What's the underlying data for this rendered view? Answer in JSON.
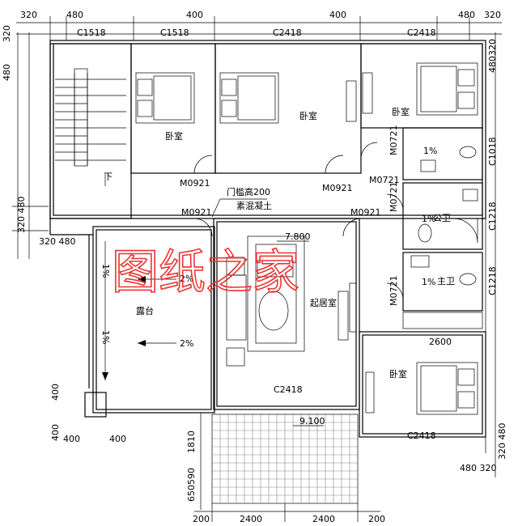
{
  "dimensions": {
    "top": [
      "320",
      "480",
      "400",
      "400",
      "480",
      "320"
    ],
    "top_right": "480320",
    "left": [
      "320",
      "480",
      "480",
      "320 480",
      "320 480"
    ],
    "right": [
      "C1018",
      "C1218",
      "C1218",
      "320 480",
      "480 320"
    ],
    "bottom": [
      "200",
      "2400",
      "2400",
      "200"
    ],
    "lower_left": [
      "400",
      "400",
      "400",
      "400",
      "1810",
      "650590"
    ],
    "mid": "2600"
  },
  "windows": {
    "top": [
      "C1518",
      "C1518",
      "C2418",
      "C2418"
    ],
    "living_south": "C2418",
    "bedroom_se": "C2418"
  },
  "doors": {
    "bed1": "M0921",
    "bed2": "M0921",
    "bath_top": "M0721",
    "bath_mid": "M0721",
    "bath_low": "M0721",
    "living_left": "M0921",
    "living_right": "M0921"
  },
  "rooms": {
    "bed1": "卧室",
    "bed2": "卧室",
    "bed3": "卧室",
    "bed4": "卧室",
    "living": "起居室",
    "terrace": "露台",
    "public_bath": "公卫",
    "master_bath": "主卫"
  },
  "notes": {
    "lintel": "门槛高200",
    "lintel_sub": "素混凝土",
    "elev_780": "7.800",
    "elev_910": "9.100",
    "slope_1": "1%",
    "slope_2": "2%",
    "down": "下"
  },
  "watermark": "图纸之家"
}
